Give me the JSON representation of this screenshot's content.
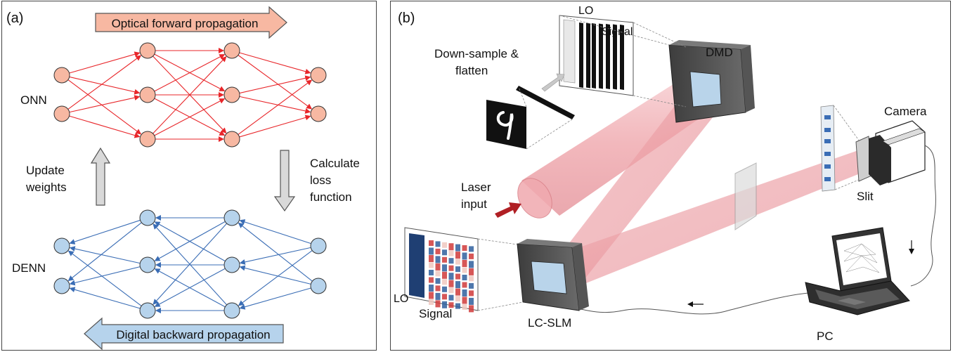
{
  "panel_a": {
    "label": "(a)",
    "forward_arrow_label": "Optical forward propagation",
    "backward_arrow_label": "Digital backward propagation",
    "onn_label": "ONN",
    "denn_label": "DENN",
    "update_label_line1": "Update",
    "update_label_line2": "weights",
    "loss_label_line1": "Calculate",
    "loss_label_line2": "loss",
    "loss_label_line3": "function",
    "colors": {
      "onn_node": "#f7b8a2",
      "onn_edge": "#e8262a",
      "denn_node": "#b6d3ec",
      "denn_edge": "#3a6db5",
      "forward_arrow": "#f7b8a2",
      "backward_arrow": "#b6d3ec",
      "gray_arrow": "#d9d9d9"
    }
  },
  "panel_b": {
    "label": "(b)",
    "lo_top_label": "LO",
    "signal_top_label": "Signal",
    "dmd_label": "DMD",
    "downsample_line1": "Down-sample &",
    "downsample_line2": "flatten",
    "camera_label": "Camera",
    "laser_line1": "Laser",
    "laser_line2": "input",
    "slit_label": "Slit",
    "lo_bottom_label": "LO",
    "signal_bottom_label": "Signal",
    "lcslm_label": "LC-SLM",
    "pc_label": "PC",
    "colors": {
      "beam": "#e98f96",
      "laser_arrow": "#b01f24",
      "device": "#4a4a4a",
      "slm_bar_red": "#d03a3a",
      "slm_bar_blue": "#2f5f9e"
    }
  }
}
